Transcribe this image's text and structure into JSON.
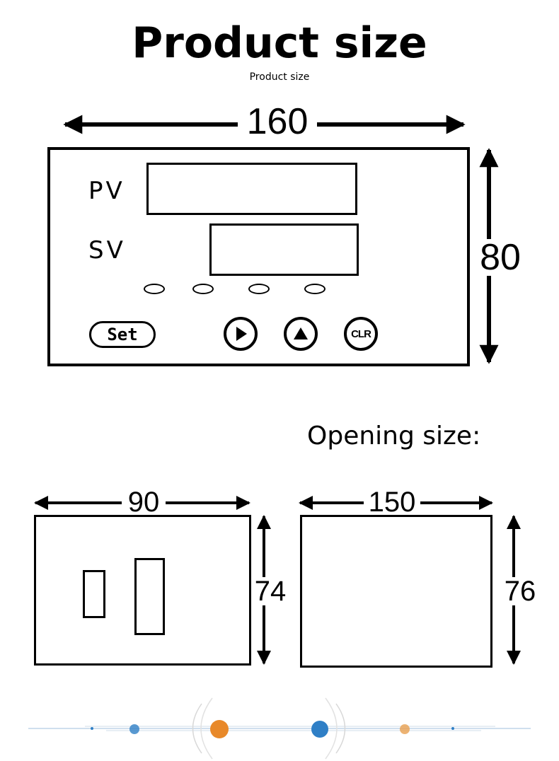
{
  "header": {
    "title": "Product size",
    "subtitle": "Product size"
  },
  "front_panel": {
    "width_label": "160",
    "height_label": "80",
    "pv_label": "PV",
    "sv_label": "SV",
    "indicator_count": 4,
    "buttons": {
      "set_label": "Set",
      "right_icon": "play-right-icon",
      "up_icon": "triangle-up-icon",
      "clr_label": "CLR"
    }
  },
  "opening": {
    "label": "Opening size:"
  },
  "side_view": {
    "width_label": "90",
    "height_label": "74"
  },
  "cutout_view": {
    "width_label": "150",
    "height_label": "76"
  },
  "decor": {
    "accent_orange": "#e8892a",
    "accent_blue": "#2f7fc6"
  }
}
